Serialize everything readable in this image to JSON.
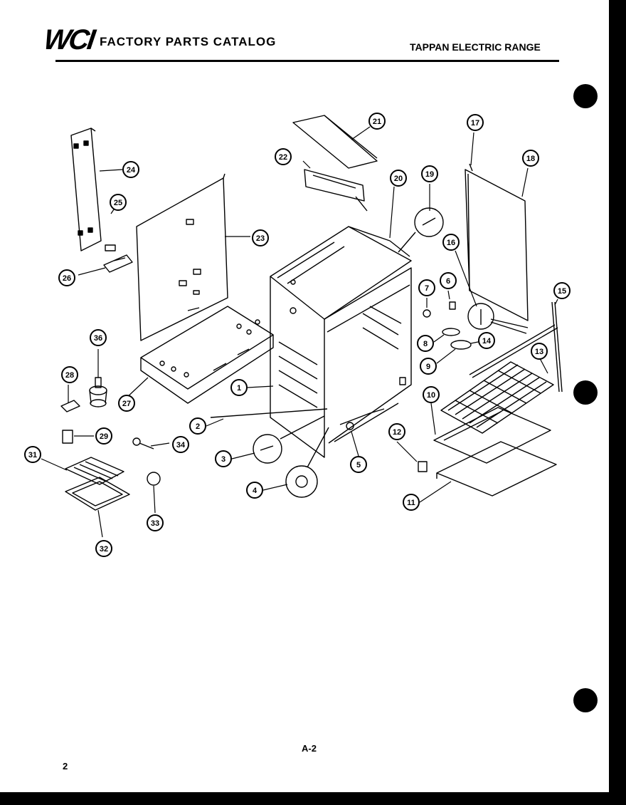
{
  "header": {
    "logo": "WCI",
    "catalog_title": "FACTORY PARTS CATALOG",
    "product": "TAPPAN ELECTRIC RANGE"
  },
  "footer": {
    "page_code": "A-2",
    "page_number": "2"
  },
  "callouts": [
    "1",
    "2",
    "3",
    "4",
    "5",
    "6",
    "7",
    "8",
    "9",
    "10",
    "11",
    "12",
    "13",
    "14",
    "15",
    "16",
    "17",
    "18",
    "19",
    "20",
    "21",
    "22",
    "23",
    "24",
    "25",
    "26",
    "27",
    "28",
    "29",
    "31",
    "32",
    "33",
    "34",
    "36"
  ]
}
